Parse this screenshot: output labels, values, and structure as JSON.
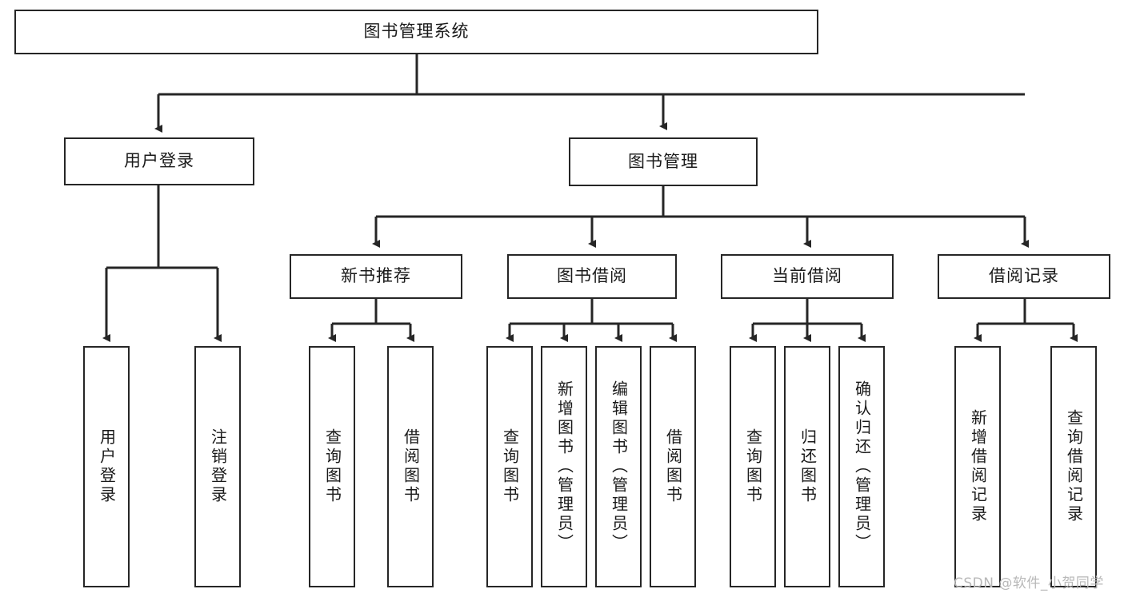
{
  "diagram": {
    "title": "图书管理系统",
    "type": "hierarchy-tree",
    "root": {
      "label": "图书管理系统"
    },
    "level2": [
      {
        "label": "用户登录"
      },
      {
        "label": "图书管理"
      }
    ],
    "level3": [
      {
        "label": "新书推荐"
      },
      {
        "label": "图书借阅"
      },
      {
        "label": "当前借阅"
      },
      {
        "label": "借阅记录"
      }
    ],
    "leaves": {
      "user_login": [
        {
          "label": "用户登录"
        },
        {
          "label": "注销登录"
        }
      ],
      "new_book_recommend": [
        {
          "label": "查询图书"
        },
        {
          "label": "借阅图书"
        }
      ],
      "book_borrow": [
        {
          "label": "查询图书"
        },
        {
          "label": "新增图书（管理员）"
        },
        {
          "label": "编辑图书（管理员）"
        },
        {
          "label": "借阅图书"
        }
      ],
      "current_borrow": [
        {
          "label": "查询图书"
        },
        {
          "label": "归还图书"
        },
        {
          "label": "确认归还（管理员）"
        }
      ],
      "borrow_record": [
        {
          "label": "新增借阅记录"
        },
        {
          "label": "查询借阅记录"
        }
      ]
    }
  },
  "watermark": {
    "text": "CSDN @软件_小贺同学"
  },
  "colors": {
    "stroke": "#262626",
    "fill": "#ffffff",
    "text": "#1a1a1a",
    "watermark": "#b8b8b8"
  }
}
